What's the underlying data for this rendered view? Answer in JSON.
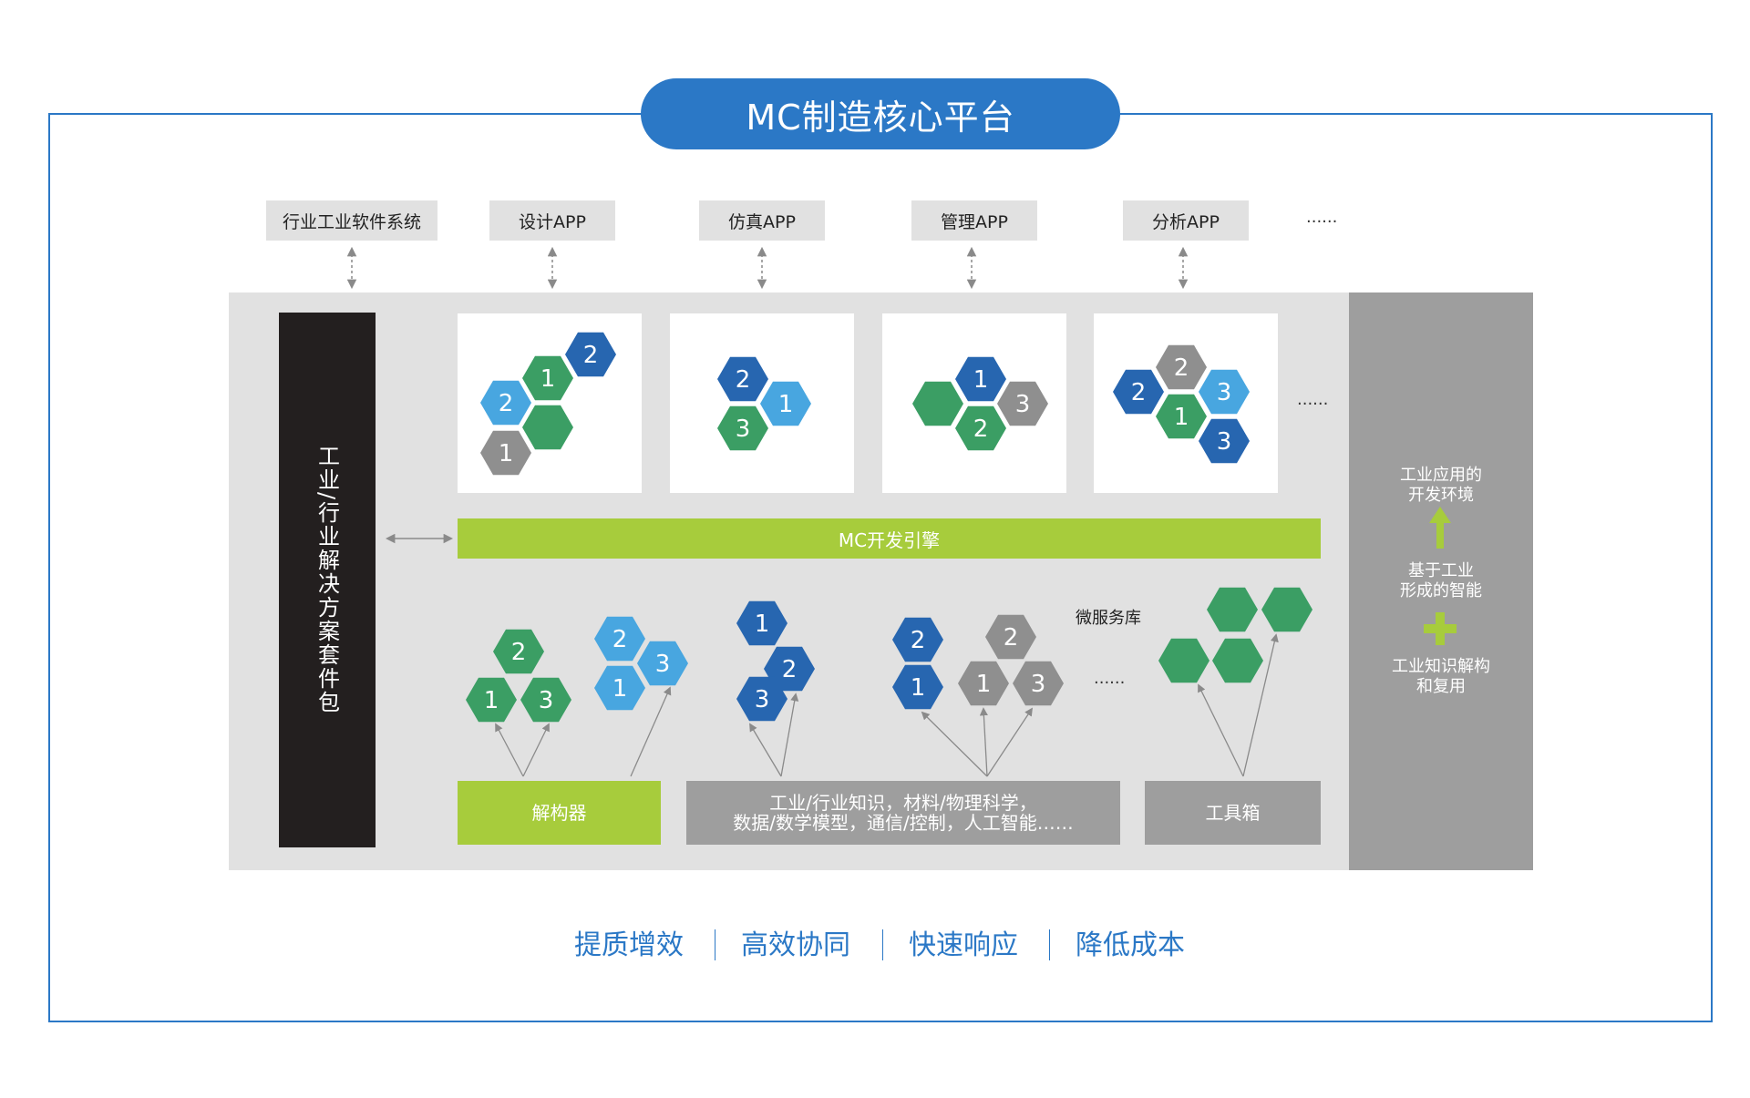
{
  "title": "MC制造核心平台",
  "apps": [
    "行业工业软件系统",
    "设计APP",
    "仿真APP",
    "管理APP",
    "分析APP"
  ],
  "apps_more": "......",
  "solution_pack": "工业/行业解决方案套件包",
  "engine": "MC开发引擎",
  "cards_more": "......",
  "microservice_label": "微服务库",
  "micro_more": "......",
  "deconstructor": "解构器",
  "knowledge_line1": "工业/行业知识，材料/物理科学，",
  "knowledge_line2": "数据/数学模型，通信/控制，人工智能……",
  "toolbox": "工具箱",
  "right_panel": {
    "env_line1": "工业应用的",
    "env_line2": "开发环境",
    "intel_line1": "基于工业",
    "intel_line2": "形成的智能",
    "know_line1": "工业知识解构",
    "know_line2": "和复用"
  },
  "footer": [
    "提质增效",
    "高效协同",
    "快速响应",
    "降低成本"
  ],
  "colors": {
    "dark_blue": "#2766b0",
    "light_blue": "#48a6e0",
    "green": "#3b9e64",
    "gray": "#8f8f8f",
    "lime": "#a7cc3c",
    "brand": "#2b78c6"
  },
  "hex_groups": [
    {
      "name": "card-1",
      "hexes": [
        {
          "label": "2",
          "color": "dark_blue"
        },
        {
          "label": "1",
          "color": "green"
        },
        {
          "label": "2",
          "color": "light_blue"
        },
        {
          "label": "",
          "color": "green"
        },
        {
          "label": "1",
          "color": "gray"
        }
      ]
    },
    {
      "name": "card-2",
      "hexes": [
        {
          "label": "2",
          "color": "dark_blue"
        },
        {
          "label": "1",
          "color": "light_blue"
        },
        {
          "label": "3",
          "color": "green"
        }
      ]
    },
    {
      "name": "card-3",
      "hexes": [
        {
          "label": "1",
          "color": "dark_blue"
        },
        {
          "label": "",
          "color": "green"
        },
        {
          "label": "3",
          "color": "gray"
        },
        {
          "label": "2",
          "color": "green"
        }
      ]
    },
    {
      "name": "card-4",
      "hexes": [
        {
          "label": "2",
          "color": "gray"
        },
        {
          "label": "2",
          "color": "dark_blue"
        },
        {
          "label": "3",
          "color": "light_blue"
        },
        {
          "label": "1",
          "color": "green"
        },
        {
          "label": "3",
          "color": "dark_blue"
        }
      ]
    },
    {
      "name": "micro-1",
      "hexes": [
        {
          "label": "2",
          "color": "green"
        },
        {
          "label": "1",
          "color": "green"
        },
        {
          "label": "3",
          "color": "green"
        }
      ]
    },
    {
      "name": "micro-2",
      "hexes": [
        {
          "label": "2",
          "color": "light_blue"
        },
        {
          "label": "3",
          "color": "light_blue"
        },
        {
          "label": "1",
          "color": "light_blue"
        }
      ]
    },
    {
      "name": "micro-3",
      "hexes": [
        {
          "label": "1",
          "color": "dark_blue"
        },
        {
          "label": "2",
          "color": "dark_blue"
        },
        {
          "label": "3",
          "color": "dark_blue"
        }
      ]
    },
    {
      "name": "micro-4",
      "hexes": [
        {
          "label": "2",
          "color": "dark_blue"
        },
        {
          "label": "1",
          "color": "dark_blue"
        }
      ]
    },
    {
      "name": "micro-5",
      "hexes": [
        {
          "label": "2",
          "color": "gray"
        },
        {
          "label": "1",
          "color": "gray"
        },
        {
          "label": "3",
          "color": "gray"
        }
      ]
    },
    {
      "name": "micro-6",
      "hexes": [
        {
          "label": "",
          "color": "green"
        },
        {
          "label": "",
          "color": "green"
        },
        {
          "label": "",
          "color": "green"
        },
        {
          "label": "",
          "color": "green"
        }
      ]
    }
  ]
}
